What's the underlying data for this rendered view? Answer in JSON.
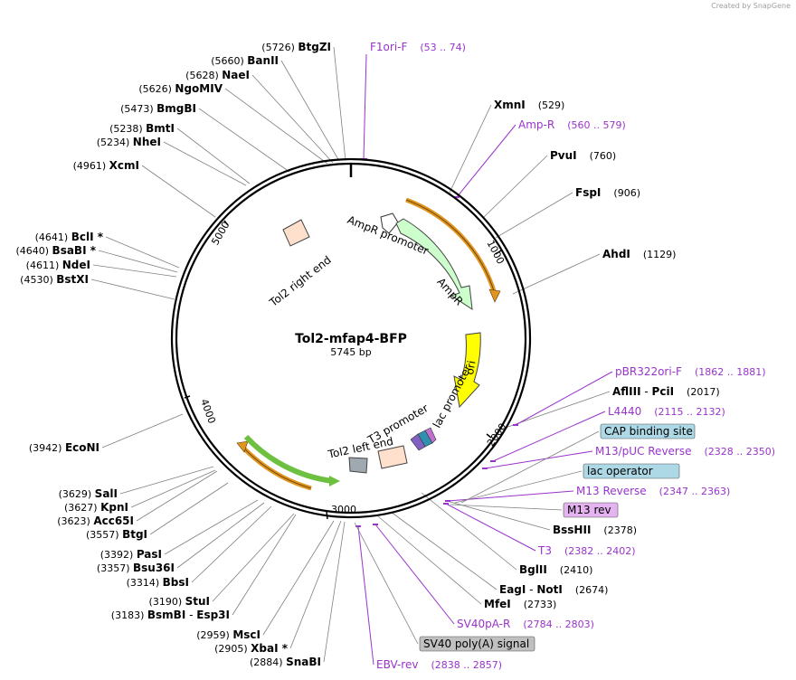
{
  "attribution": "Created by SnapGene",
  "plasmid": {
    "name": "Tol2-mfap4-BFP",
    "size_label": "5745 bp",
    "length": 5745
  },
  "ticks": [
    "1000",
    "2000",
    "3000",
    "4000",
    "5000"
  ],
  "features": [
    {
      "name": "AmpR promoter",
      "start": 1,
      "end": 105,
      "fill": "#e0e0e0"
    },
    {
      "name": "AmpR",
      "start": 106,
      "end": 966,
      "fill": "#ccffcc"
    },
    {
      "name": "ori",
      "start": 1138,
      "end": 1726,
      "fill": "#ffff00"
    },
    {
      "name": "lac promoter",
      "start": 2185,
      "end": 2215,
      "fill": "#e0e0e0"
    },
    {
      "name": "T3 promoter",
      "start": 2379,
      "end": 2398,
      "fill": "#e0e0e0"
    },
    {
      "name": "Tol2 left end",
      "start": 2520,
      "end": 2700,
      "fill": "#ffe0cc"
    },
    {
      "name": "Tol2 right end",
      "start": 5420,
      "end": 5600,
      "fill": "#ffe0cc"
    }
  ],
  "enzymes_right": [
    {
      "name": "XmnI",
      "pos": "(529)"
    },
    {
      "name": "PvuI",
      "pos": "(760)"
    },
    {
      "name": "FspI",
      "pos": "(906)"
    },
    {
      "name": "AhdI",
      "pos": "(1129)"
    },
    {
      "name": "AflIII",
      "name2": "PciI",
      "pos": "(2017)"
    },
    {
      "name": "BssHII",
      "pos": "(2378)"
    },
    {
      "name": "BglII",
      "pos": "(2410)"
    },
    {
      "name": "EagI",
      "name2": "NotI",
      "pos": "(2674)"
    },
    {
      "name": "MfeI",
      "pos": "(2733)"
    }
  ],
  "enzymes_left": [
    {
      "name": "BtgZI",
      "pos": "(5726)"
    },
    {
      "name": "BanII",
      "pos": "(5660)"
    },
    {
      "name": "NaeI",
      "pos": "(5628)"
    },
    {
      "name": "NgoMIV",
      "pos": "(5626)"
    },
    {
      "name": "BmgBI",
      "pos": "(5473)"
    },
    {
      "name": "BmtI",
      "pos": "(5238)"
    },
    {
      "name": "NheI",
      "pos": "(5234)"
    },
    {
      "name": "XcmI",
      "pos": "(4961)"
    },
    {
      "name": "BclI *",
      "pos": "(4641)"
    },
    {
      "name": "BsaBI *",
      "pos": "(4640)"
    },
    {
      "name": "NdeI",
      "pos": "(4611)"
    },
    {
      "name": "BstXI",
      "pos": "(4530)"
    },
    {
      "name": "EcoNI",
      "pos": "(3942)"
    },
    {
      "name": "SalI",
      "pos": "(3629)"
    },
    {
      "name": "KpnI",
      "pos": "(3627)"
    },
    {
      "name": "Acc65I",
      "pos": "(3623)"
    },
    {
      "name": "BtgI",
      "pos": "(3557)"
    },
    {
      "name": "PasI",
      "pos": "(3392)"
    },
    {
      "name": "Bsu36I",
      "pos": "(3357)"
    },
    {
      "name": "BbsI",
      "pos": "(3314)"
    },
    {
      "name": "StuI",
      "pos": "(3190)"
    },
    {
      "name": "BsmBI",
      "name2": "Esp3I",
      "pos": "(3183)"
    },
    {
      "name": "MscI",
      "pos": "(2959)"
    },
    {
      "name": "XbaI *",
      "pos": "(2905)"
    },
    {
      "name": "SnaBI",
      "pos": "(2884)"
    }
  ],
  "primers": [
    {
      "name": "F1ori-F",
      "range": "(53 .. 74)"
    },
    {
      "name": "Amp-R",
      "range": "(560 .. 579)"
    },
    {
      "name": "pBR322ori-F",
      "range": "(1862 .. 1881)"
    },
    {
      "name": "L4440",
      "range": "(2115 .. 2132)"
    },
    {
      "name": "M13/pUC Reverse",
      "range": "(2328 .. 2350)"
    },
    {
      "name": "M13 Reverse",
      "range": "(2347 .. 2363)"
    },
    {
      "name": "T3",
      "range": "(2382 .. 2402)"
    },
    {
      "name": "SV40pA-R",
      "range": "(2784 .. 2803)"
    },
    {
      "name": "EBV-rev",
      "range": "(2838 .. 2857)"
    }
  ],
  "boxed": [
    {
      "name": "CAP binding site",
      "fill": "#add8e6"
    },
    {
      "name": "lac operator",
      "fill": "#add8e6"
    },
    {
      "name": "M13 rev",
      "fill": "#e5b3f0"
    },
    {
      "name": "SV40 poly(A) signal",
      "fill": "#c0c0c0"
    }
  ],
  "colors": {
    "primer": "#9933cc",
    "enzyme": "#000000",
    "leader": "#808080",
    "backbone": "#000000"
  }
}
